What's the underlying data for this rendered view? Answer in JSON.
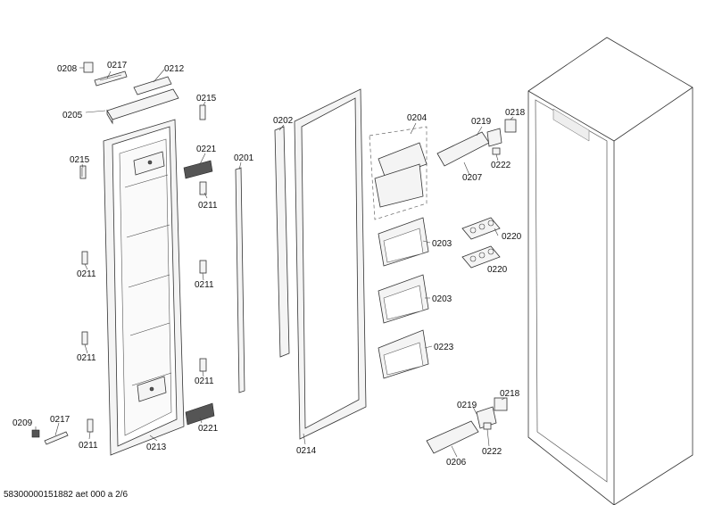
{
  "labels": {
    "l0208": "0208",
    "l0217a": "0217",
    "l0212": "0212",
    "l0205": "0205",
    "l0215a": "0215",
    "l0215b": "0215",
    "l0221a": "0221",
    "l0211a": "0211",
    "l0201": "0201",
    "l0202": "0202",
    "l0204": "0204",
    "l0219a": "0219",
    "l0218a": "0218",
    "l0222a": "0222",
    "l0207": "0207",
    "l0203a": "0203",
    "l0220a": "0220",
    "l0220b": "0220",
    "l0211b": "0211",
    "l0211c": "0211",
    "l0203b": "0203",
    "l0211d": "0211",
    "l0211e": "0211",
    "l0223": "0223",
    "l0209": "0209",
    "l0217b": "0217",
    "l0211f": "0211",
    "l0213": "0213",
    "l0221b": "0221",
    "l0214": "0214",
    "l0219b": "0219",
    "l0218b": "0218",
    "l0222b": "0222",
    "l0206": "0206"
  },
  "footer": "58300000151882 aet 000 a 2/6"
}
